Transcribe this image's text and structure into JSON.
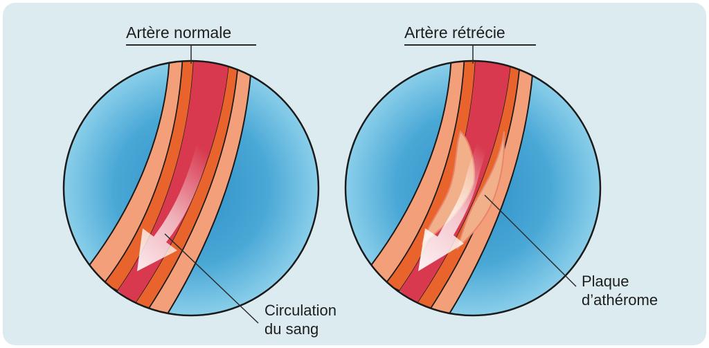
{
  "labels": {
    "normal_title": "Artère normale",
    "narrowed_title": "Artère rétrécie",
    "circulation_line1": "Circulation",
    "circulation_line2": "du sang",
    "plaque_line1": "Plaque",
    "plaque_line2": "d’athérome"
  },
  "colors": {
    "background": "#dcebf0",
    "sphere_center": "#3d9ed0",
    "sphere_edge": "#8dd0ea",
    "vessel_wall_outer": "#e8642c",
    "vessel_wall_inner": "#f3a07a",
    "blood": "#d8394f",
    "arrow": "#ffffff",
    "plaque": "#f2b08a",
    "outline": "#1a1a1a"
  }
}
